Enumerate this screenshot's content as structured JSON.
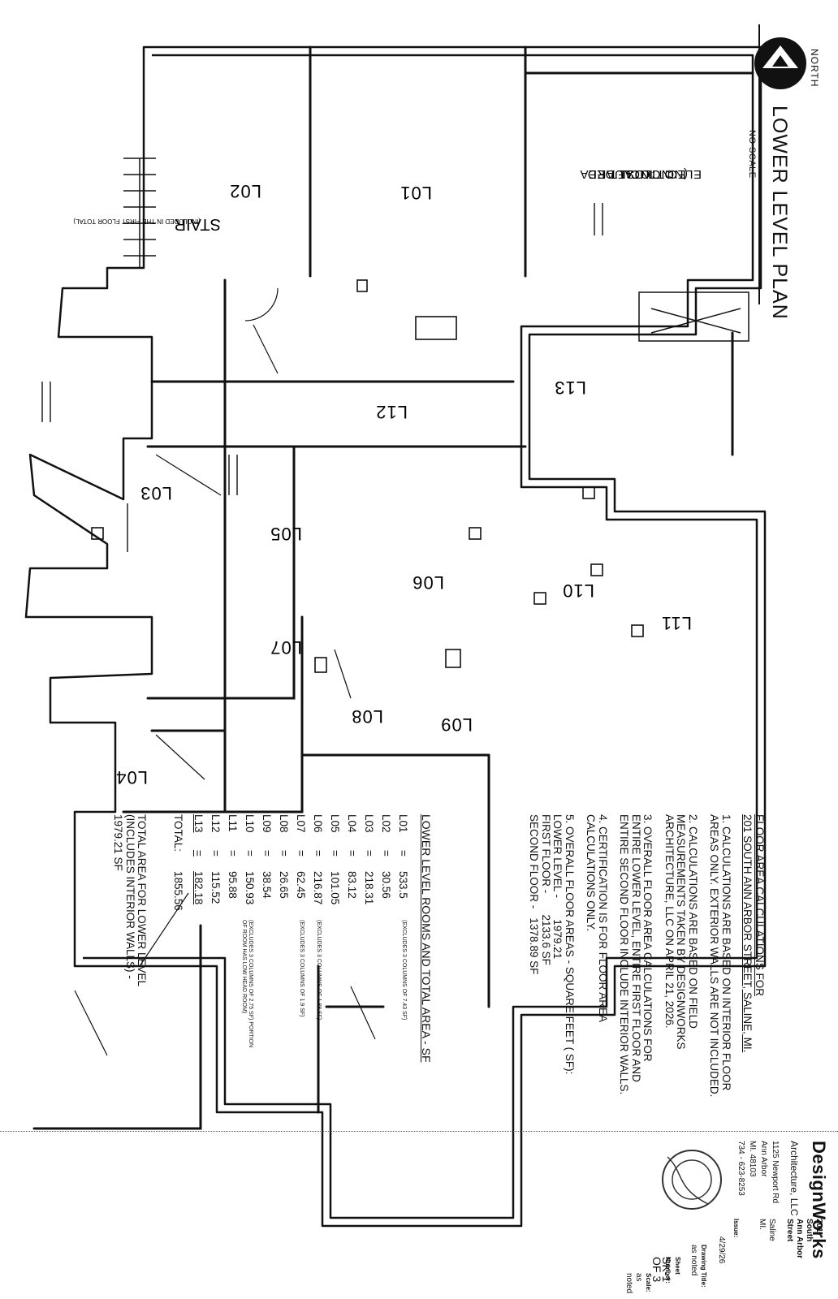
{
  "plan": {
    "title": "LOWER LEVEL PLAN",
    "scale": "NO SCALE",
    "north": "NORTH",
    "rooms": [
      "L01",
      "L02",
      "L03",
      "L04",
      "L05",
      "L06",
      "L07",
      "L08",
      "L09",
      "L10",
      "L11",
      "L12",
      "L13"
    ],
    "stair_label": "STAIR",
    "stair_note": "(INCLUDED IN THE FIRST FLOOR TOTAL)",
    "elec_note": [
      "ELEC. CLOSET",
      "(NOT INCLUDED",
      "IN TOTAL AREA"
    ]
  },
  "calc": {
    "heading1": "FLOOR AREA CALCULATIONS FOR",
    "heading2": "201 SOUTH ANN ARBOR STREET, SALINE, MI.",
    "notes": [
      [
        "1. CALCULATIONS ARE BASED ON INTERIOR FLOOR",
        "AREAS ONLY. EXTERIOR WALLS ARE NOT INCLUDED."
      ],
      [
        "2. CALCULATIONS ARE BASED ON FIELD",
        "MEASUREMENTS TAKEN BY DESIGNWORKS",
        "ARCHITECTURE, LLC ON APRIL 21, 2026."
      ],
      [
        "3. OVERALL FLOOR AREA CALCULATIONS FOR",
        "ENTIRE LOWER LEVEL, ENTIRE FIRST FLOOR AND",
        "ENTIRE SECOND FLOOR INCLUDE INTERIOR WALLS."
      ],
      [
        "4. CERTIFICATION IS FOR FLOOR AREA",
        "CALCULATIONS ONLY."
      ],
      [
        "5. OVERALL FLOOR AREAS - SQUARE FEET ( SF):"
      ]
    ],
    "overall": [
      {
        "label": "LOWER LEVEL -",
        "value": "1979.21"
      },
      {
        "label": "FIRST FLOOR -",
        "value": "2133.6 SF"
      },
      {
        "label": "SECOND FLOOR -",
        "value": "1378.89 SF"
      }
    ]
  },
  "rooms_table": {
    "heading": "LOWER LEVEL ROOMS AND TOTAL AREA - SF",
    "rows": [
      {
        "id": "L01",
        "eq": "=",
        "value": "533.5",
        "note": "(EXCLUDES 3 COLUMNS OF 7.43 SF)"
      },
      {
        "id": "L02",
        "eq": "=",
        "value": "30.56",
        "note": ""
      },
      {
        "id": "L03",
        "eq": "=",
        "value": "218.31",
        "note": ""
      },
      {
        "id": "L04",
        "eq": "=",
        "value": "83.12",
        "note": ""
      },
      {
        "id": "L05",
        "eq": "=",
        "value": "101.05",
        "note": ""
      },
      {
        "id": "L06",
        "eq": "=",
        "value": "216.87",
        "note": "(EXCLUDES 3 COLUMNS OF 1.88 SF)"
      },
      {
        "id": "L07",
        "eq": "=",
        "value": "62.45",
        "note": "(EXCLUDES 3 COLUMNS OF 1.9 SF)"
      },
      {
        "id": "L08",
        "eq": "=",
        "value": "26.65",
        "note": ""
      },
      {
        "id": "L09",
        "eq": "=",
        "value": "38.54",
        "note": ""
      },
      {
        "id": "L10",
        "eq": "=",
        "value": "150.93",
        "note": "(EXCLUDES 3 COLUMNS OF 2.75 SF) PORTION OF ROOM HAS LOW HEAD ROOM)"
      },
      {
        "id": "L11",
        "eq": "=",
        "value": "95.88",
        "note": ""
      },
      {
        "id": "L12",
        "eq": "=",
        "value": "115.52",
        "note": ""
      },
      {
        "id": "L13",
        "eq": "=",
        "value": "182.18",
        "note": ""
      }
    ],
    "total_label": "TOTAL:",
    "total_value": "1855.56",
    "total_note": [
      "TOTAL AREA FOR LOWER LEVEL",
      "(INCLUDES INTERIOR WALLS) -",
      "1979.21 SF"
    ]
  },
  "title_block": {
    "firm": "DesignWorks",
    "firm_sub": "Architecture, LLC",
    "address": [
      "1125 Newport Rd",
      "Ann Arbor",
      "MI. 48103",
      "734 - 623-8253"
    ],
    "project": [
      "201",
      "South",
      "Ann Arbor",
      "Street"
    ],
    "city": [
      "Saline",
      "MI."
    ],
    "issue_label": "Issue:",
    "issue_date": "4/29/26",
    "drawing_title_label": "Drawing Title:",
    "drawing_title": "as noted",
    "sheet_number_label": "Sheet Number:",
    "sheet_number": "SK-1 OF 3",
    "scale_label": "Scale:",
    "scale": "as noted"
  }
}
